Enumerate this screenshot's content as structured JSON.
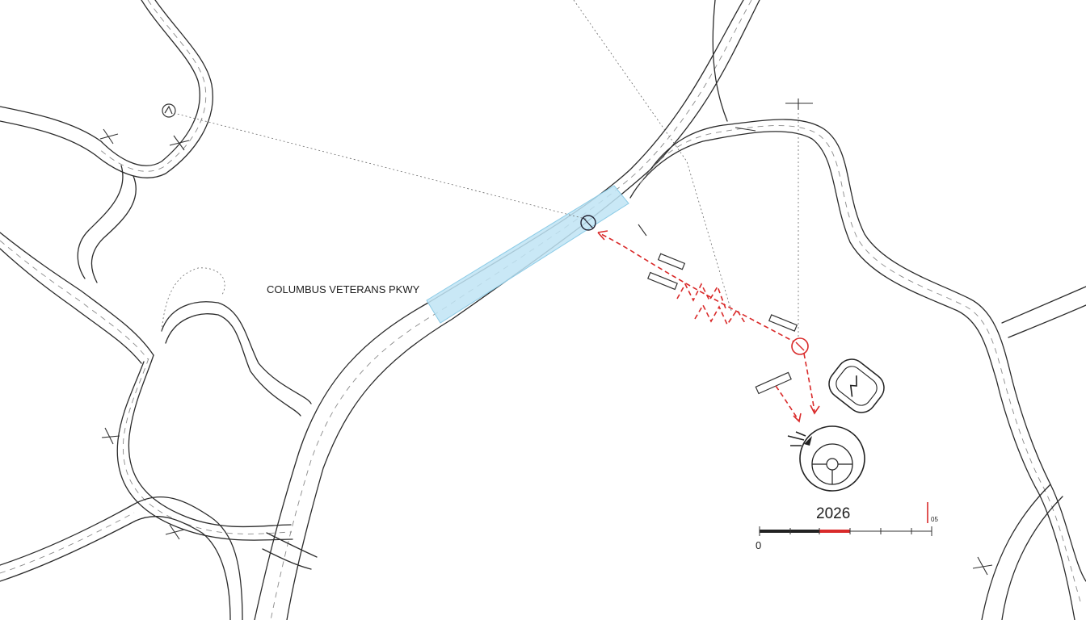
{
  "road_label": "COLUMBUS VETERANS PKWY",
  "year_label": "2026",
  "scale_bar": {
    "start_label": "0",
    "end_label": "05"
  },
  "colors": {
    "highlight": "#bfe4f5",
    "incident": "#d92a2a",
    "linework": "#2b2b2b"
  },
  "icons": [
    "north-marker-icon",
    "crosshair-icon",
    "incident-target-icon",
    "car-icon",
    "steering-wheel-impact-icon",
    "barrier-icon"
  ]
}
